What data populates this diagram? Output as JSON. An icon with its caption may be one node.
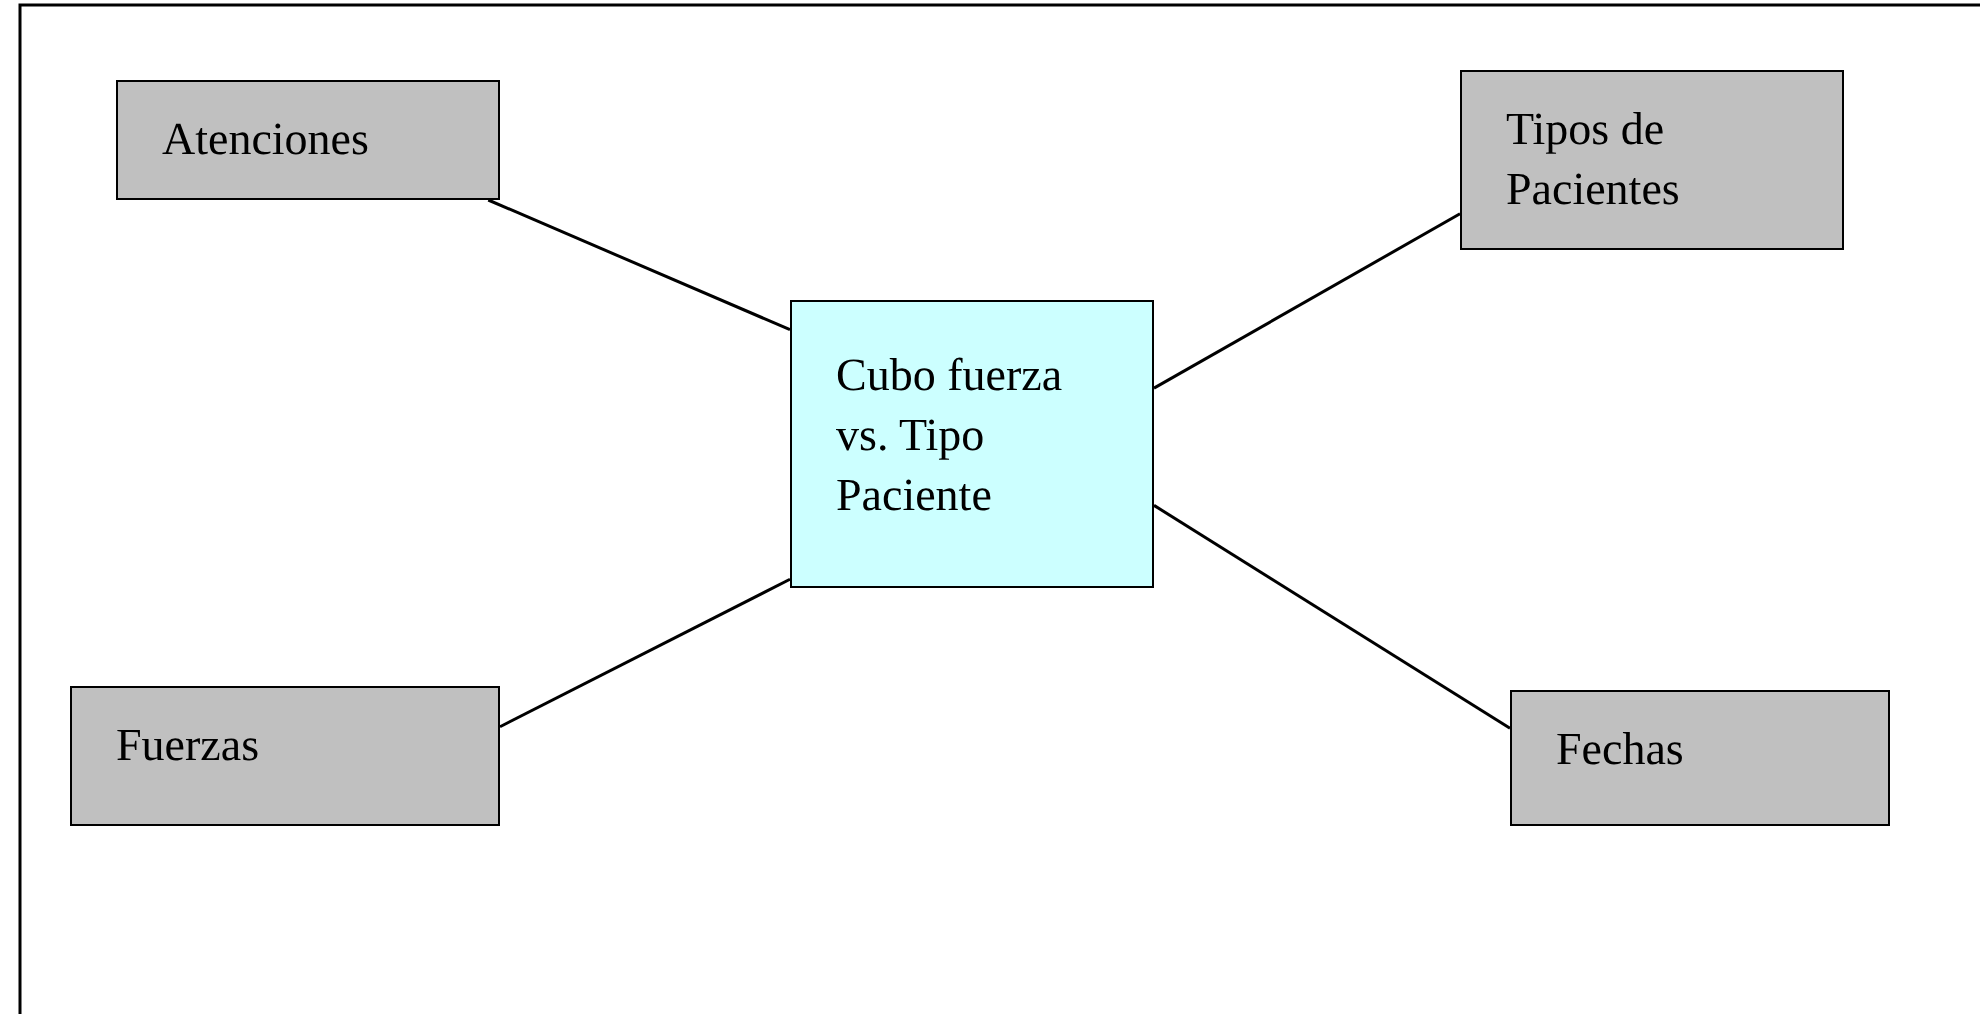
{
  "diagram": {
    "nodes": [
      {
        "text": [
          "Atenciones"
        ]
      },
      {
        "text": [
          "Tipos de Pacientes"
        ]
      },
      {
        "text": [
          "Cubo fuerza vs. Tipo Paciente"
        ]
      },
      {
        "text": [
          "Fuerzas"
        ]
      },
      {
        "text": [
          "Fechas"
        ]
      }
    ],
    "edges": [
      {
        "from": 0,
        "to": 2,
        "arrow": "none"
      },
      {
        "from": 1,
        "to": 2,
        "arrow": "none"
      },
      {
        "from": 3,
        "to": 2,
        "arrow": "none"
      },
      {
        "from": 4,
        "to": 2,
        "arrow": "none"
      }
    ]
  }
}
